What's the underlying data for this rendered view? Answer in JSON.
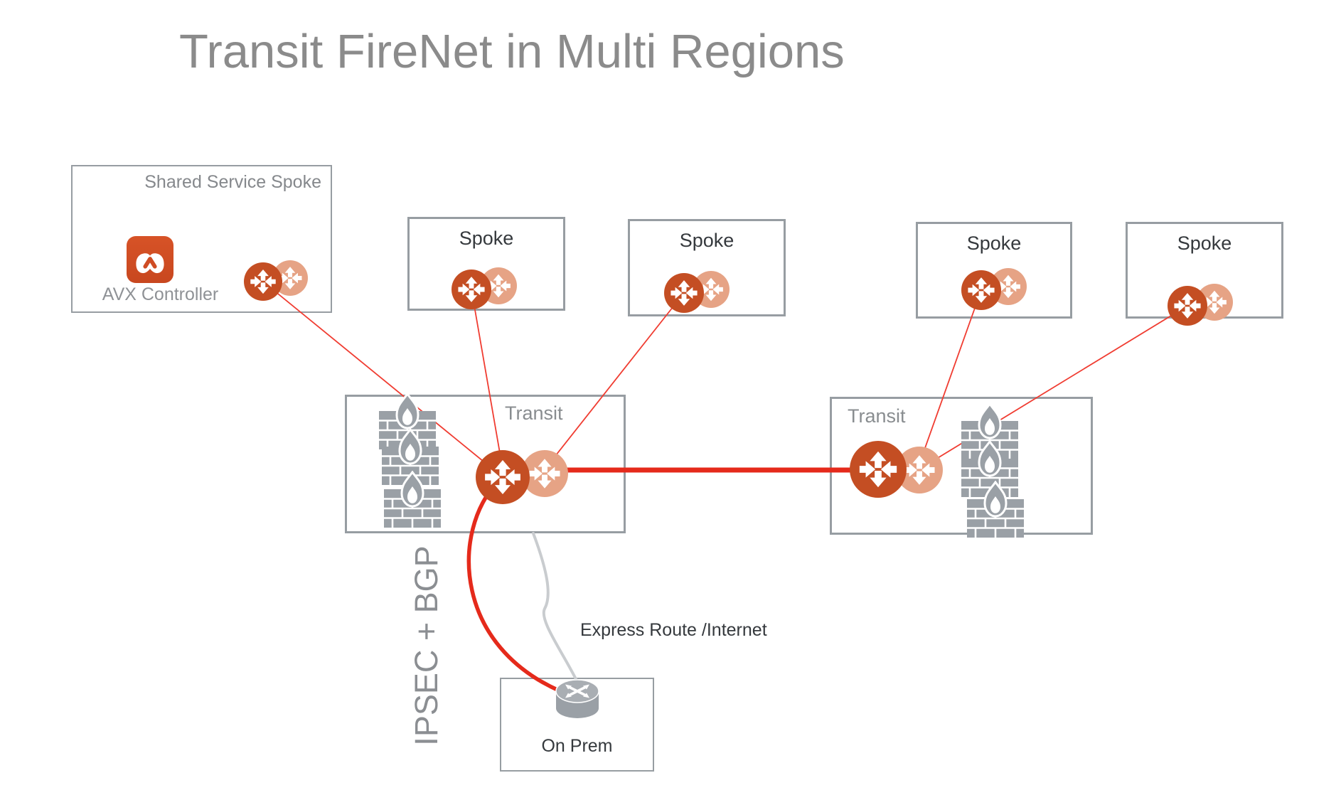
{
  "title": "Transit FireNet in Multi Regions",
  "shared_service_spoke": {
    "label": "Shared Service Spoke",
    "controller_label": "AVX Controller"
  },
  "spokes": [
    {
      "label": "Spoke"
    },
    {
      "label": "Spoke"
    },
    {
      "label": "Spoke"
    },
    {
      "label": "Spoke"
    }
  ],
  "transits": [
    {
      "label": "Transit"
    },
    {
      "label": "Transit"
    }
  ],
  "on_prem": {
    "label": "On Prem"
  },
  "connections": {
    "ipsec_bgp_label": "IPSEC + BGP",
    "express_route_label": "Express Route /Internet"
  },
  "icons": {
    "controller": "avx-controller-icon",
    "gateway": "aviatrix-gateway-icon",
    "firewall": "firewall-icon",
    "router": "on-prem-router-icon"
  },
  "colors": {
    "gateway_dark": "#c44e23",
    "gateway_light": "#e6a385",
    "controller_orange": "#cf4c24",
    "line_red_thin": "#f03c31",
    "line_red_thick": "#e52a1b",
    "icon_gray": "#9aa0a6",
    "line_gray": "#c9cccf",
    "box_border": "#979da2",
    "text_dark": "#35393d",
    "text_gray": "#8b8e91"
  }
}
